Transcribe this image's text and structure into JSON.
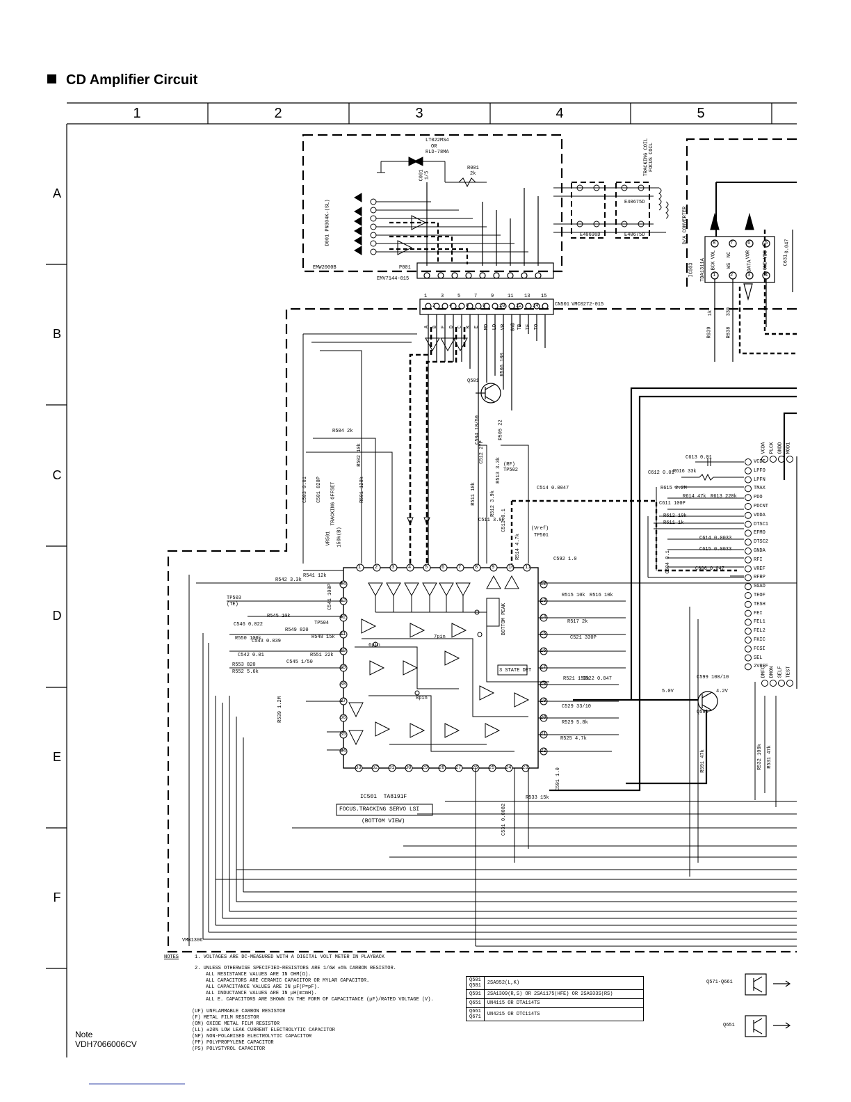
{
  "title": "CD Amplifier Circuit",
  "grid": {
    "columns": [
      "1",
      "2",
      "3",
      "4",
      "5"
    ],
    "rows": [
      "A",
      "B",
      "C",
      "D",
      "E",
      "F"
    ]
  },
  "blocks": {
    "pickup": {
      "board": "EMW2000B",
      "connector": "EMV7144-015",
      "connector_ref": "P001",
      "laser": "LT022MS4",
      "laser_or": "OR",
      "laser_alt": "RLD-78MA",
      "photodiode": "D001 PN304K-(SL)",
      "c001_ref": "C001",
      "c001_val": "1/5",
      "r001_ref": "R001",
      "r001_val": "2k"
    },
    "coils": {
      "tracking": "TRACKING COIL",
      "focus": "FOCUS COIL",
      "fil1": "E40675D",
      "fil2": "E40698D",
      "fil3": "E40675D"
    },
    "cn501": {
      "ref": "CN501",
      "part": "VMC0272-015",
      "top_pins": [
        "1",
        "3",
        "5",
        "7",
        "9",
        "11",
        "13",
        "15"
      ],
      "bottom_pins": [
        "2",
        "4",
        "6",
        "8",
        "10",
        "12",
        "14"
      ],
      "signals": [
        "A",
        "B",
        "F",
        "D",
        "C",
        "K",
        "E",
        "MD",
        "LD",
        "VR",
        "GND",
        "TB",
        "TF",
        "TO"
      ]
    },
    "dac": {
      "ref": "IC603",
      "part": "TDA1311A",
      "label": "D/A CONVERTER",
      "top_pins": [
        "VOL",
        "NC",
        "VOR",
        "VDD"
      ],
      "bottom_pins": [
        "BCK",
        "WS",
        "DATA",
        "GND"
      ],
      "top_nums": [
        "8",
        "7",
        "6",
        "5"
      ],
      "bottom_nums": [
        "1",
        "2",
        "3",
        "4"
      ],
      "c631_ref": "C631",
      "c631_val": "0.047",
      "r639_ref": "R639",
      "r639_val": "1k",
      "r638_ref": "R638",
      "r638_val": "330"
    },
    "ic501": {
      "ref": "IC501",
      "part": "TA8191F",
      "desc": "FOCUS.TRACKING SERVO LSI",
      "view": "(BOTTOM VIEW)",
      "top_pins": [
        "1",
        "2",
        "3",
        "4",
        "5",
        "6",
        "7",
        "8",
        "9",
        "10",
        "11"
      ],
      "right_pins": [
        "12",
        "13",
        "14",
        "15",
        "16",
        "17",
        "18",
        "19",
        "20",
        "21",
        "22"
      ],
      "bottom_pins": [
        "33",
        "32",
        "31",
        "30",
        "29",
        "28",
        "27",
        "26",
        "25",
        "24",
        "23"
      ],
      "left_pins": [
        "44",
        "43",
        "42",
        "41",
        "40",
        "39",
        "38",
        "37",
        "36",
        "35",
        "34"
      ]
    },
    "ic502_pins": [
      "VCDF",
      "LPFO",
      "LPFN",
      "TMAX",
      "PDO",
      "PDCNT",
      "VDDA",
      "DTSC1",
      "EFMO",
      "DTSC2",
      "GNDA",
      "RFI",
      "VREF",
      "RFRP",
      "SGAD",
      "TEOF",
      "TESH",
      "FEI",
      "FEL1",
      "FEL2",
      "FKIC",
      "FCSI",
      "SEL",
      "2VREF"
    ],
    "ic502_top": [
      "VCDA",
      "PLCK",
      "GNDD",
      "MOD1"
    ],
    "ic502_bottom": [
      "DMFC",
      "DMON",
      "SELF",
      "TEST"
    ]
  },
  "labels": {
    "vmw": "VMW1306",
    "components": [
      "R504 2k",
      "R502 10k",
      "R501 120k",
      "C503 0.01",
      "C501 820P",
      "TRACKING OFFSET",
      "VR501",
      "150k(B)",
      "Q501",
      "C504 10/50",
      "R505 22",
      "R506 100",
      "C512 27P",
      "R513 3.3k",
      "R511 18k",
      "R512 3.9k",
      "TP502",
      "(RF)",
      "C514 0.0047",
      "(Vref)",
      "TP501",
      "C511 3.9P",
      "C513 0.1",
      "R514 4.7k",
      "C592 1.0",
      "R542 3.3k",
      "R541 12k",
      "C541 100P",
      "TP503",
      "(TE)",
      "R545 10k",
      "TP504",
      "C546 0.022",
      "C543 0.039",
      "R549 820",
      "R548 15k",
      "R550 100k",
      "C542 0.01",
      "R551 22k",
      "R553 820",
      "C545 1/50",
      "R552 5.6k",
      "R539 1.2M",
      "R515 10k",
      "R516 10k",
      "R517 2k",
      "C521 330P",
      "R521 150k",
      "C522 0.047",
      "C529 33/10",
      "R529 5.8k",
      "R525 4.7k",
      "C591 1.0",
      "R533 15k",
      "C531 0.0082",
      "3 STATE DET",
      "BOTTOM PEAK",
      "8pin",
      "6pin",
      "7pin",
      "C613 0.01",
      "C612 0.01",
      "R616 33k",
      "R615 2.2M",
      "R614 47k",
      "R613 220k",
      "C611 100P",
      "R612 10k",
      "R611 1k",
      "C604 0.1",
      "C614 0.0033",
      "C615 0.0033",
      "C606 0.047",
      "C599 100/10",
      "Q591",
      "R591 47k",
      "R532 100k",
      "R531 47k",
      "5.0V",
      "4.2V"
    ]
  },
  "notes": {
    "heading": "NOTES",
    "lines": [
      "1. VOLTAGES ARE DC-MEASURED WITH A DIGITAL VOLT METER IN PLAYBACK",
      "2. UNLESS OTHERWISE SPECIFIED-RESISTORS ARE 1/6W ±5% CARBON RESISTOR.",
      "ALL RESISTANCE VALUES ARE IN OHM(Ω).",
      "ALL CAPACITORS ARE CERAMIC CAPACITOR OR MYLAR CAPACITOR.",
      "ALL CAPACITANCE VALUES ARE IN μF(P=pF).",
      "ALL INDUCTANCE VALUES ARE IN μH(m=mH).",
      "ALL E. CAPACITORS ARE SHOWN IN THE FORM OF CAPACITANCE (μF)/RATED VOLTAGE (V)."
    ],
    "symbols": [
      "(UF) UNFLAMMABLE CARBON RESISTOR",
      "(F) METAL FILM RESISTOR",
      "(OM) OXIDE METAL FILM RESISTOR",
      "(LL) ±20% LOW LEAK CURRENT ELECTROLYTIC CAPACITOR",
      "(NP) NON-POLARISED ELECTROLYTIC CAPACITOR",
      "(PP) POLYPROPYLENE CAPACITOR",
      "(PS) POLYSTYROL CAPACITOR"
    ]
  },
  "transistor_table": [
    {
      "refs": [
        "Q501",
        "Q581"
      ],
      "parts": "2SA952(L,K)"
    },
    {
      "refs": [
        "Q591"
      ],
      "parts": "2SA1309(R,S) OR 2SA1175(HFE) OR 2SA933S(RS)"
    },
    {
      "refs": [
        "Q651"
      ],
      "parts": "UN4115 OR DTA114TS"
    },
    {
      "refs": [
        "Q661",
        "Q671"
      ],
      "parts": "UN4215 OR DTC114TS"
    }
  ],
  "legend": {
    "q1": "Q571-Q661",
    "q2": "Q651"
  },
  "note": {
    "label": "Note",
    "code": "VDH7066006CV"
  }
}
